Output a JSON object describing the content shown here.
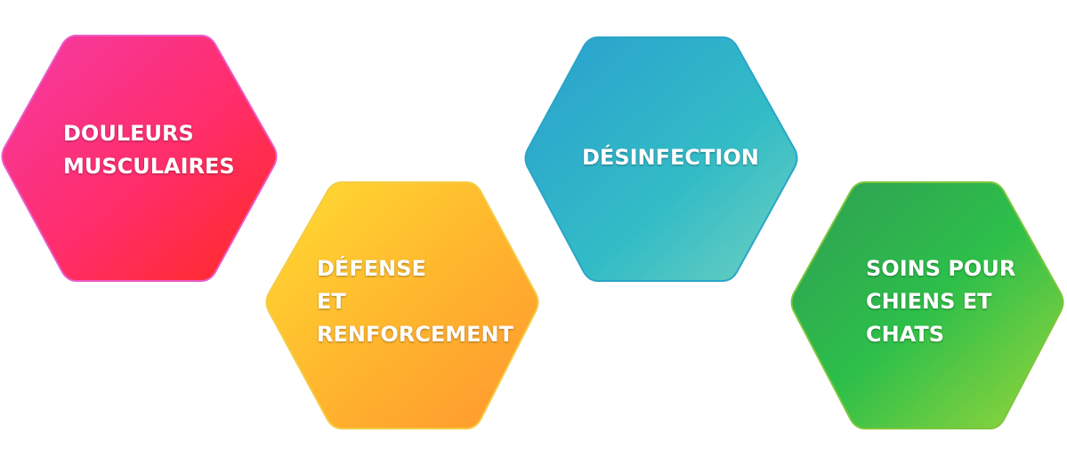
{
  "hexagons": [
    {
      "id": "douleurs",
      "label": "DOULEURS\nMUSCULAIRES",
      "colors": [
        "#f5339a",
        "#ff2d2d"
      ]
    },
    {
      "id": "defense",
      "label": "DÉFENSE\nET\nRENFORCEMENT",
      "colors": [
        "#ffd92e",
        "#ff9a2e"
      ]
    },
    {
      "id": "desinfection",
      "label": "DÉSINFECTION",
      "colors": [
        "#2ea6cf",
        "#36c8be"
      ]
    },
    {
      "id": "soins",
      "label": "SOINS POUR\nCHIENS ET\nCHATS",
      "colors": [
        "#2fb35a",
        "#8dd43a"
      ]
    }
  ]
}
